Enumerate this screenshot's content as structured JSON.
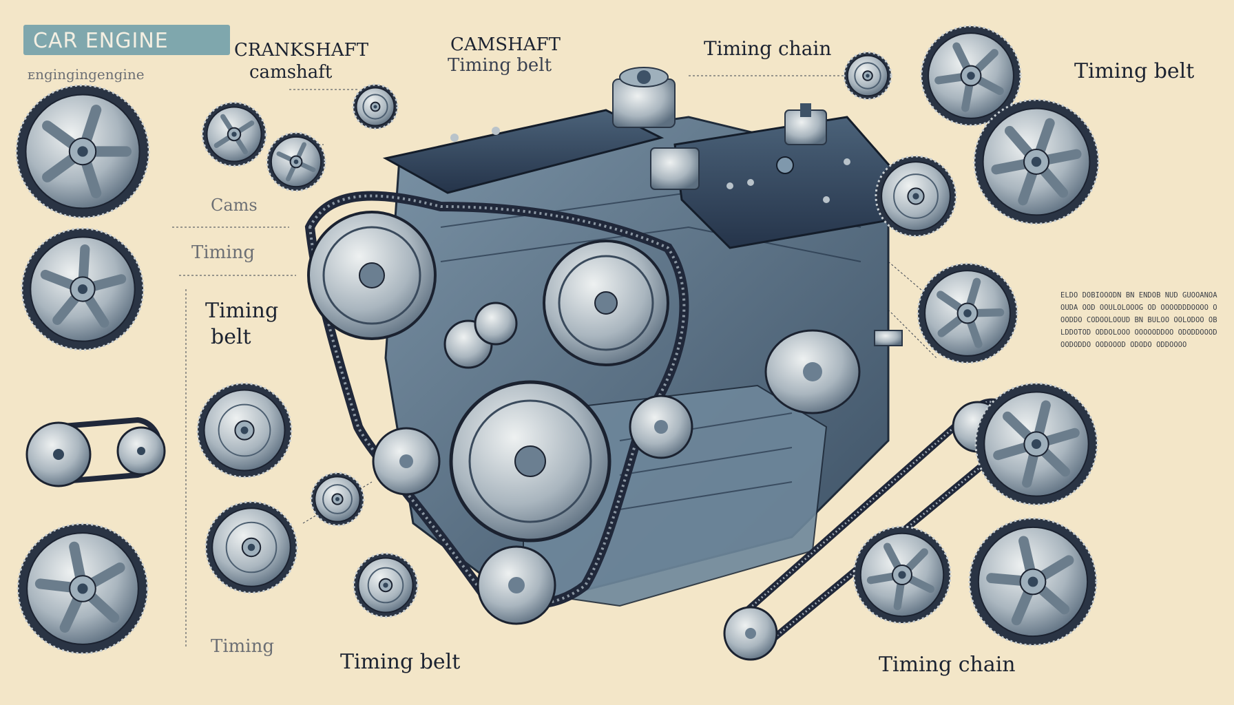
{
  "title": "CAR ENGINE",
  "subtitle": "ᴇngingingengine",
  "labels": {
    "crankshaft": "CRANKSHAFT",
    "camshaft_lower": "camshaft",
    "camshaft_top": "CAMSHAFT",
    "timing_belt_top": "Timing belt",
    "timing_chain_top": "Timing chain",
    "timing_belt_right": "Timing belt",
    "cams": "Cams",
    "timing_faint": "Timing",
    "timing_belt_left_1": "Timing",
    "timing_belt_left_2": "belt",
    "timing_bottom_left": "Timing",
    "timing_belt_bottom": "Timing belt",
    "timing_chain_bottom": "Timing chain"
  },
  "paragraph": "ELDO DOBIOOODN BN ENDOB NUD GUOOANOA OUDA OOD OOULOLOOOG OD OOOODDDOOOO OOODDO CODOOLOOUD BN BULOO OOLODOO OBLDDOTOD ODDOLOOO OOOOODDOO ODODDOOOD OODODDO OODOOOD ODODO ODDOOOO",
  "colors": {
    "background": "#f3e6c8",
    "title_badge": "#7fa7ad",
    "engine_dark": "#2c3a4e",
    "engine_mid": "#5d7489",
    "metal": "#a8b4bd",
    "ink": "#1b2230"
  }
}
